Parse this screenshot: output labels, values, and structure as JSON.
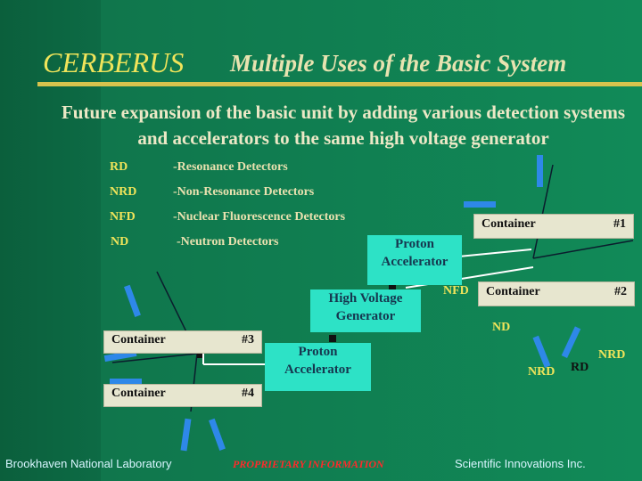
{
  "header": {
    "title": "CERBERUS",
    "subtitle": "Multiple Uses of the Basic System"
  },
  "intro": {
    "text": "Future expansion of the basic unit by adding various detection systems and accelerators to the same high voltage generator"
  },
  "legend": [
    {
      "code": "RD",
      "desc": "-Resonance Detectors"
    },
    {
      "code": "NRD",
      "desc": "-Non-Resonance Detectors"
    },
    {
      "code": "NFD",
      "desc": "-Nuclear Fluorescence Detectors"
    },
    {
      "code": "ND",
      "desc": "-Neutron Detectors"
    }
  ],
  "diagram": {
    "proton_top": "Proton\nAccelerator",
    "generator": "High Voltage\nGenerator",
    "proton_bottom": "Proton\nAccelerator",
    "container1": "Container",
    "container1_num": "#1",
    "container2": "Container",
    "container2_num": "#2",
    "container3": "Container",
    "container3_num": "#3",
    "container4": "Container",
    "container4_num": "#4",
    "nfd_label": "NFD",
    "nd_label": "ND",
    "nrd_label_left": "NRD",
    "rd_label": "RD",
    "nrd_label_right": "NRD"
  },
  "footer": {
    "left": "Brookhaven National Laboratory",
    "middle": "PROPRIETARY INFORMATION",
    "right": "Scientific Innovations Inc."
  }
}
